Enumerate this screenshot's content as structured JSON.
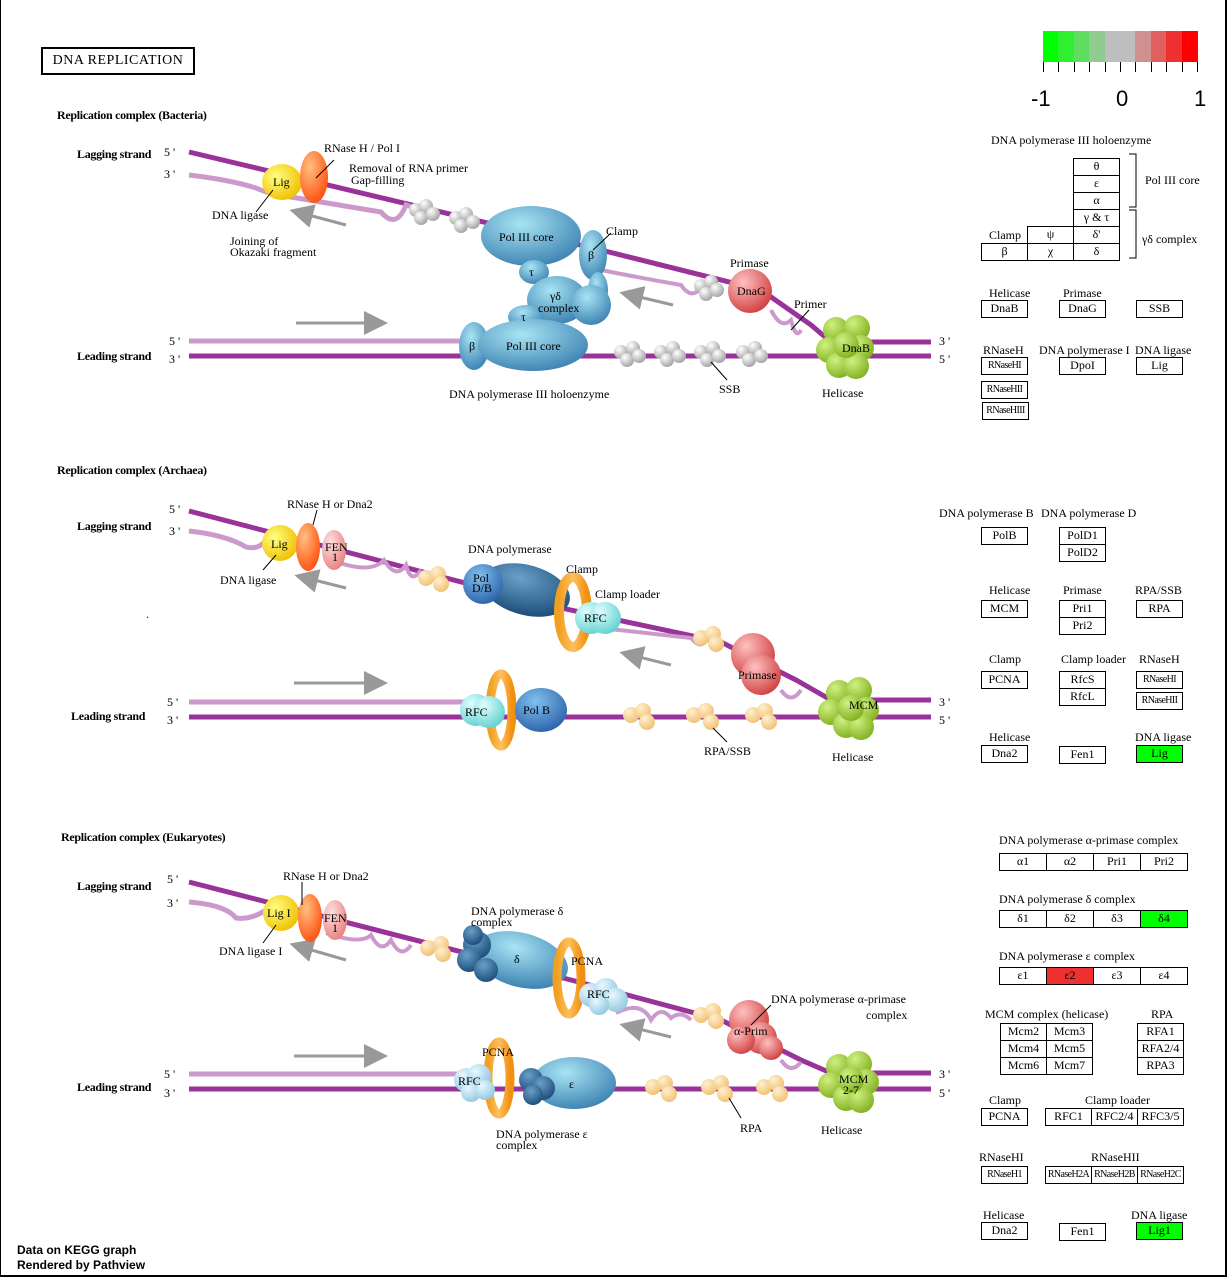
{
  "title": "DNA REPLICATION",
  "legend": {
    "colors": [
      "#00ff00",
      "#30ee30",
      "#60dd60",
      "#90cc90",
      "#bebebe",
      "#bebebe",
      "#d09090",
      "#e06060",
      "#ef3030",
      "#ff0000"
    ],
    "min_label": "-1",
    "mid_label": "0",
    "max_label": "1"
  },
  "footer": {
    "line1": "Data on KEGG graph",
    "line2": "Rendered by Pathview"
  },
  "common": {
    "lagging": "Lagging strand",
    "leading": "Leading strand",
    "five": "5 '",
    "three": "3 '"
  },
  "bacteria": {
    "heading": "Replication complex (Bacteria)",
    "labels": {
      "rnaseh_pol1": "RNase H / Pol I",
      "removal": "Removal of RNA primer",
      "gapfill": "Gap-filling",
      "lig": "Lig",
      "dna_ligase": "DNA ligase",
      "joining1": "Joining of",
      "joining2": "Okazaki fragment",
      "pol3core": "Pol III core",
      "clamp": "Clamp",
      "beta": "β",
      "tau": "τ",
      "gd1": "γδ",
      "gd2": "complex",
      "primase": "Primase",
      "dnag": "DnaG",
      "primer": "Primer",
      "dnab": "DnaB",
      "holo": "DNA polymerase III holoenzyme",
      "ssb": "SSB",
      "helicase": "Helicase"
    },
    "panel": {
      "holo_title": "DNA polymerase III holoenzyme",
      "core_cells": [
        "θ",
        "ε",
        "α"
      ],
      "gt": "γ & τ",
      "clamp": "Clamp",
      "psi": "ψ",
      "dprime": "δ'",
      "beta": "β",
      "chi": "χ",
      "delta": "δ",
      "pol3core": "Pol III core",
      "gdcomplex": "γδ complex",
      "helicase": "Helicase",
      "dnab": "DnaB",
      "primase": "Primase",
      "dnag": "DnaG",
      "ssb": "SSB",
      "rnaseh": "RNaseH",
      "rnasehs": [
        "RNaseHI",
        "RNaseHII",
        "RNaseHIII"
      ],
      "pol1": "DNA polymerase I",
      "dpoi": "DpoI",
      "ligase": "DNA ligase",
      "lig": "Lig"
    }
  },
  "archaea": {
    "heading": "Replication complex (Archaea)",
    "labels": {
      "rnaseh_dna2": "RNase H or Dna2",
      "lig": "Lig",
      "fen1": "FEN",
      "fen2": "1",
      "dna_ligase": "DNA ligase",
      "dnapol": "DNA polymerase",
      "pol1": "Pol",
      "pol2": "D/B",
      "clamp": "Clamp",
      "clamp_loader": "Clamp loader",
      "rfc": "RFC",
      "primase": "Primase",
      "mcm": "MCM",
      "polb": "Pol B",
      "rpassb": "RPA/SSB",
      "helicase": "Helicase",
      "dot": "."
    },
    "panel": {
      "polb_title": "DNA polymerase B",
      "polb": "PolB",
      "pold_title": "DNA polymerase D",
      "pold": [
        "PolD1",
        "PolD2"
      ],
      "helicase": "Helicase",
      "mcm": "MCM",
      "primase": "Primase",
      "pri": [
        "Pri1",
        "Pri2"
      ],
      "rpassb": "RPA/SSB",
      "rpa": "RPA",
      "clamp": "Clamp",
      "pcna": "PCNA",
      "clamp_loader": "Clamp loader",
      "rfc": [
        "RfcS",
        "RfcL"
      ],
      "rnaseh": "RNaseH",
      "rnasehs": [
        "RNaseHI",
        "RNaseHII"
      ],
      "helicase2": "Helicase",
      "dna2": "Dna2",
      "fen1": "Fen1",
      "ligase": "DNA ligase",
      "lig": "Lig",
      "lig_color": "#00ff00"
    }
  },
  "eukaryotes": {
    "heading": "Replication complex (Eukaryotes)",
    "labels": {
      "rnaseh_dna2": "RNase H or Dna2",
      "ligI": "Lig I",
      "fen1": "FEN",
      "fen2": "1",
      "dna_ligase": "DNA ligase I",
      "pold1": "DNA polymerase δ",
      "pold2": "complex",
      "delta": "δ",
      "pcna": "PCNA",
      "rfc": "RFC",
      "alpha1": "DNA polymerase α-primase",
      "alpha2": "complex",
      "aprim": "α-Prim",
      "mcm1": "MCM",
      "mcm2": "2-7",
      "epsilon": "ε",
      "pole1": "DNA polymerase ε",
      "pole2": "complex",
      "rpa": "RPA",
      "helicase": "Helicase"
    },
    "panel": {
      "alpha_title": "DNA polymerase α-primase complex",
      "alpha_cells": [
        "α1",
        "α2",
        "Pri1",
        "Pri2"
      ],
      "delta_title": "DNA polymerase δ complex",
      "delta_cells": [
        "δ1",
        "δ2",
        "δ3",
        "δ4"
      ],
      "delta_colors": [
        "#ffffff",
        "#ffffff",
        "#ffffff",
        "#00ff00"
      ],
      "eps_title": "DNA polymerase ε complex",
      "eps_cells": [
        "ε1",
        "ε2",
        "ε3",
        "ε4"
      ],
      "eps_colors": [
        "#ffffff",
        "#ef3030",
        "#ffffff",
        "#ffffff"
      ],
      "mcm_title": "MCM complex (helicase)",
      "mcm_cells": [
        "Mcm2",
        "Mcm3",
        "Mcm4",
        "Mcm5",
        "Mcm6",
        "Mcm7"
      ],
      "rpa_title": "RPA",
      "rpa_cells": [
        "RFA1",
        "RFA2/4",
        "RPA3"
      ],
      "clamp": "Clamp",
      "pcna": "PCNA",
      "clamp_loader": "Clamp loader",
      "rfc_cells": [
        "RFC1",
        "RFC2/4",
        "RFC3/5"
      ],
      "rnasehI": "RNaseHI",
      "rnaseh1": "RNaseH1",
      "rnasehII": "RNaseHII",
      "rnaseh2_cells": [
        "RNaseH2A",
        "RNaseH2B",
        "RNaseH2C"
      ],
      "helicase": "Helicase",
      "dna2": "Dna2",
      "fen1": "Fen1",
      "ligase": "DNA ligase",
      "lig1": "Lig1",
      "lig1_color": "#00ff00"
    }
  }
}
